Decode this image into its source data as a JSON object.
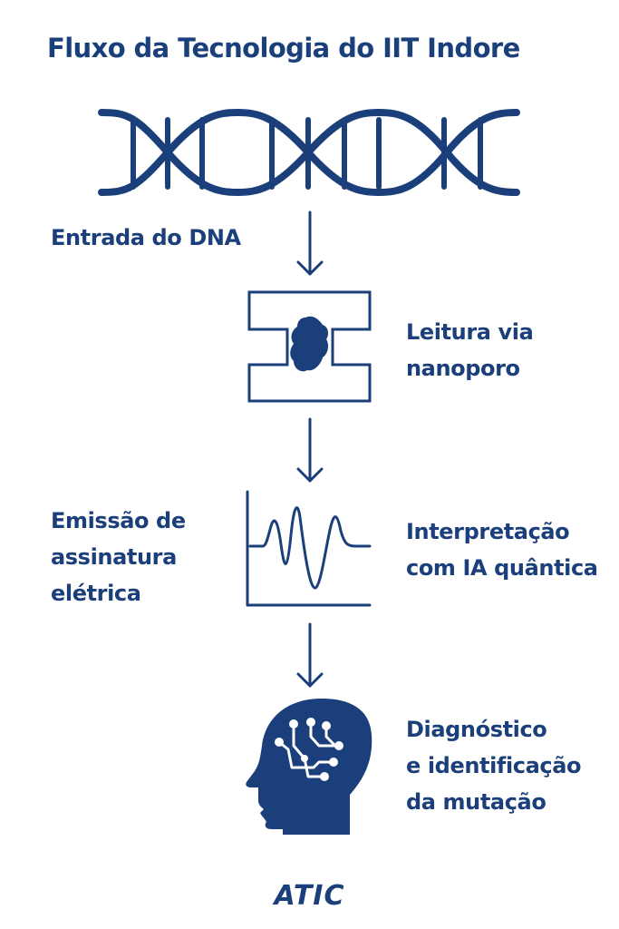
{
  "title": "Fluxo da Tecnologia do IIT Indore",
  "colors": {
    "primary": "#1b3f7a",
    "background": "#ffffff"
  },
  "steps": {
    "entrada": {
      "label": "Entrada do DNA",
      "icon": "dna-helix-icon"
    },
    "leitura": {
      "lines": [
        "Leitura via",
        "nanoporo"
      ],
      "icon": "nanopore-icon"
    },
    "emissao": {
      "lines": [
        "Emissão de",
        "assinatura",
        "elétrica"
      ]
    },
    "interpretacao": {
      "lines": [
        "Interpretação",
        "com IA quântica"
      ],
      "icon": "signal-waveform-icon"
    },
    "diagnostico": {
      "lines": [
        "Diagnóstico",
        "e identificação",
        "da mutação"
      ],
      "icon": "ai-head-icon"
    }
  },
  "logo": "ATIC"
}
